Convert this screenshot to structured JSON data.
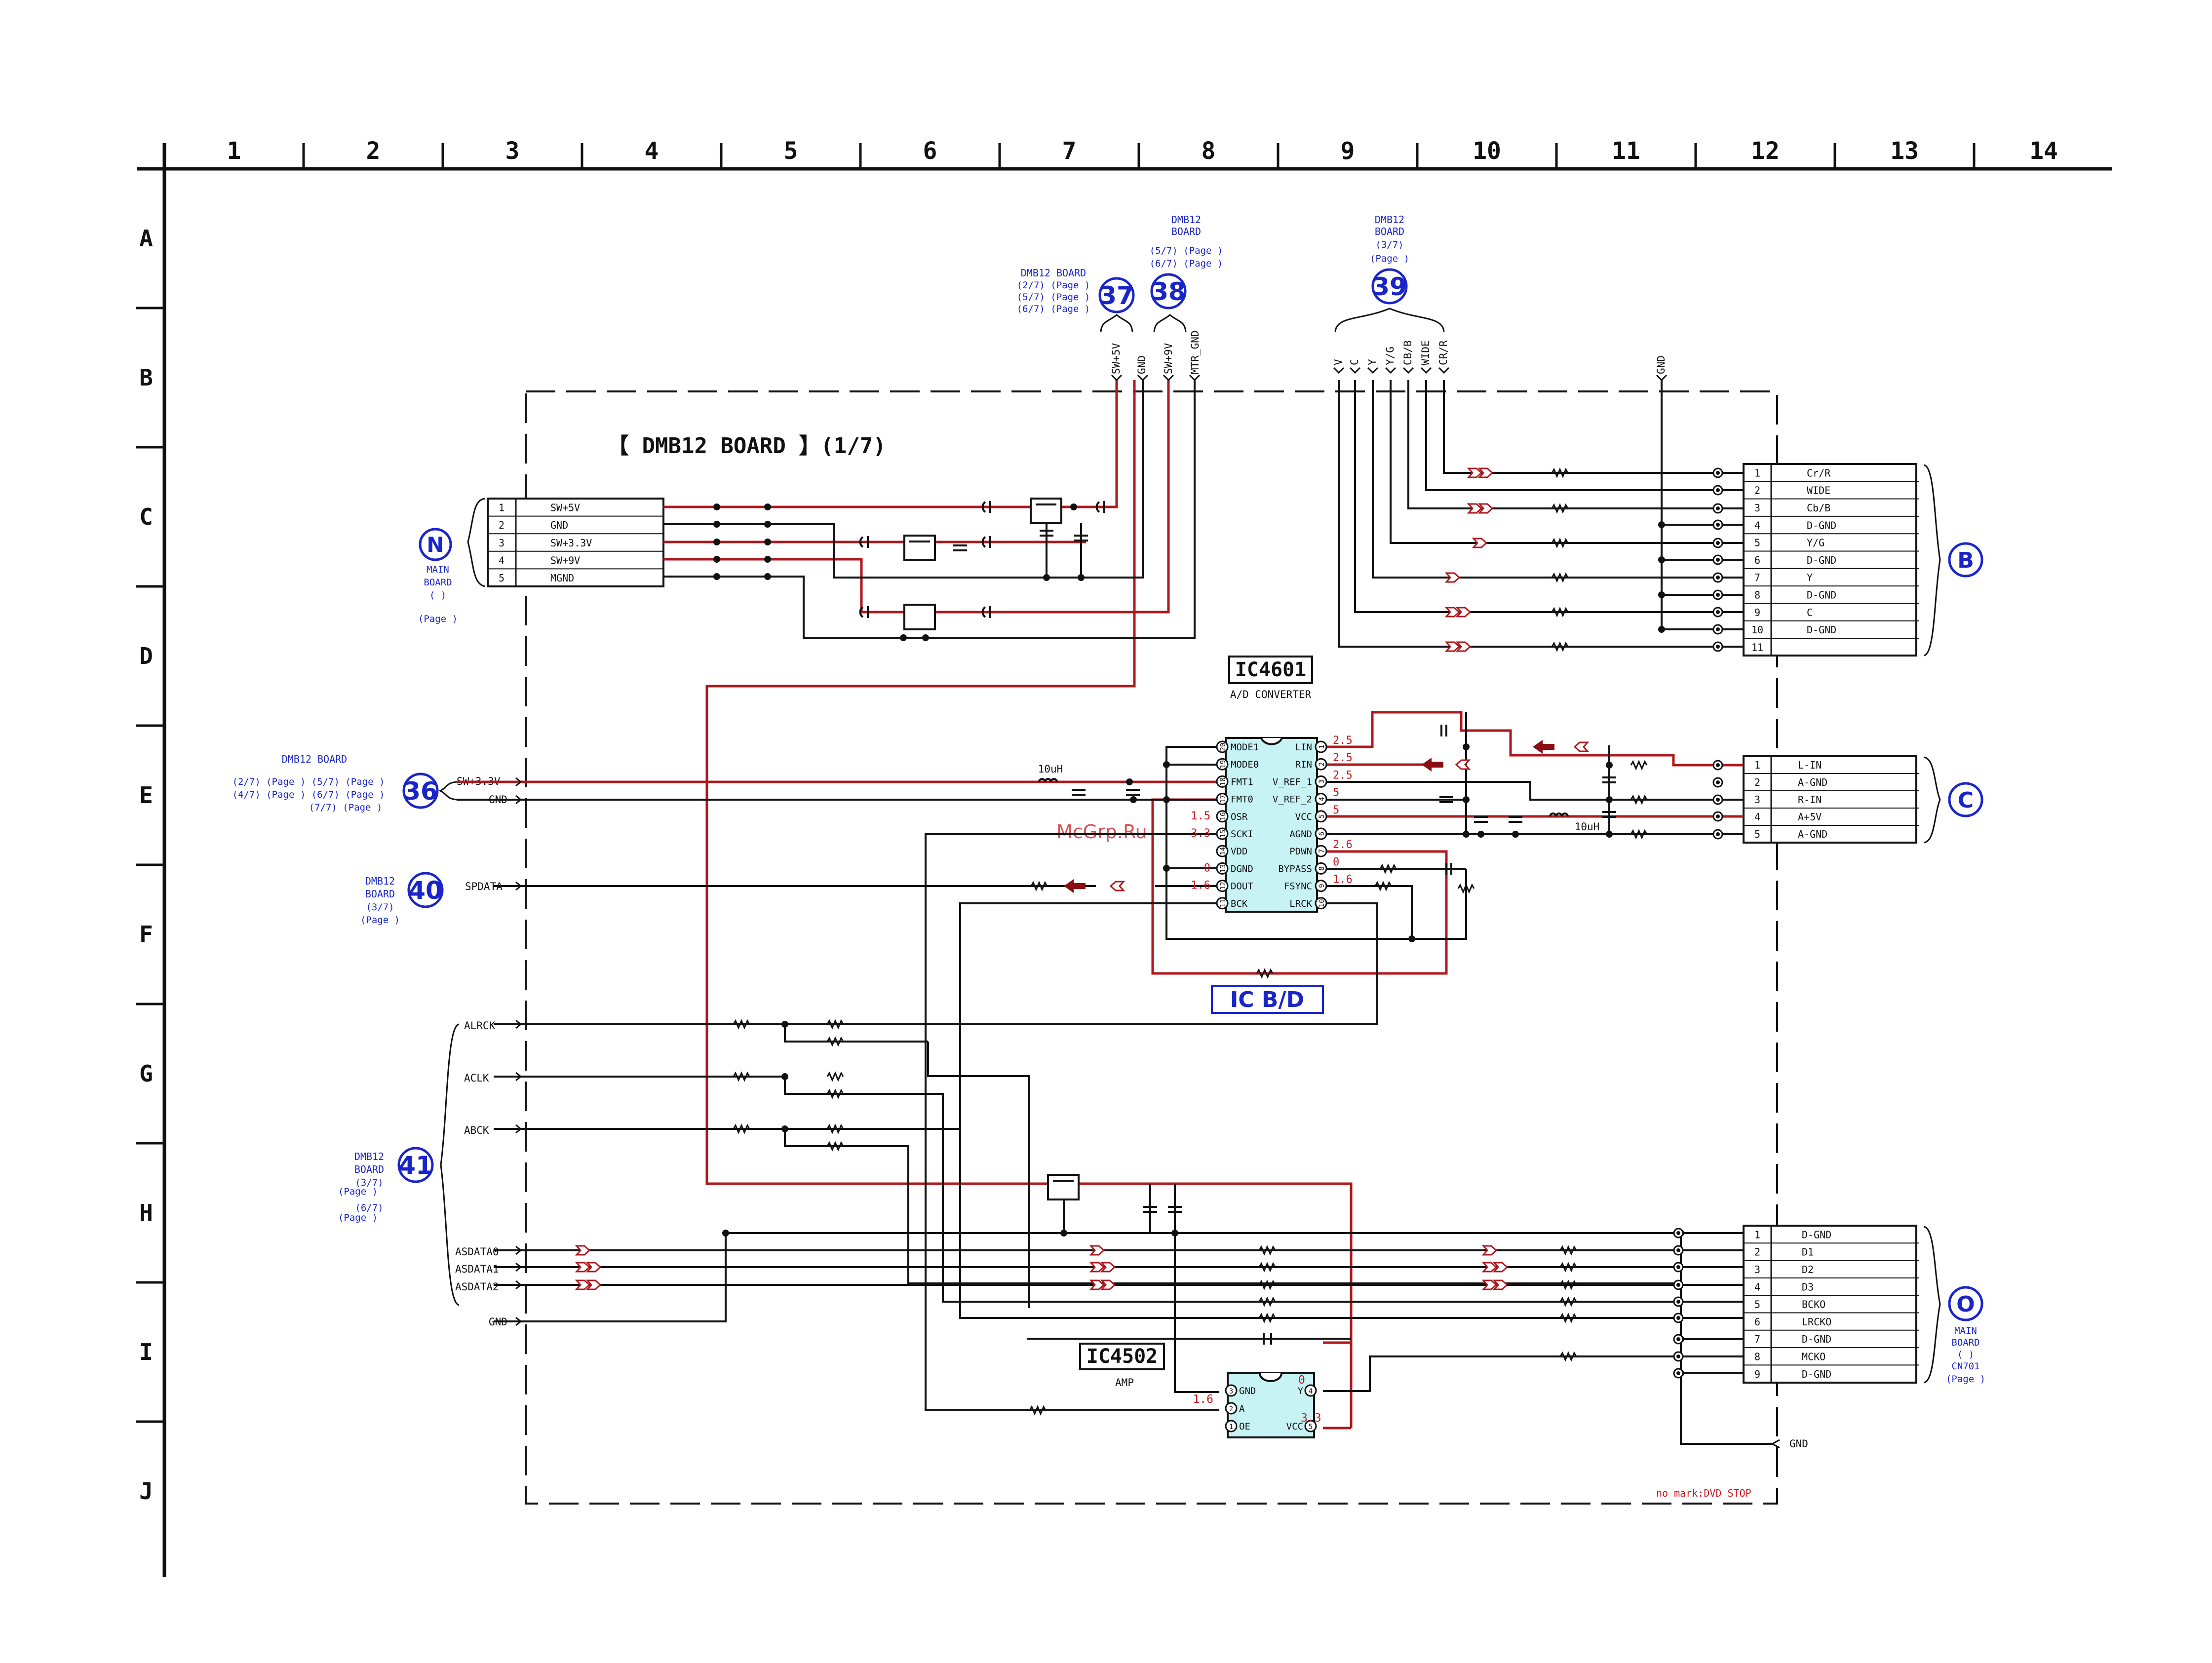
{
  "grid": {
    "columns": [
      "1",
      "2",
      "3",
      "4",
      "5",
      "6",
      "7",
      "8",
      "9",
      "10",
      "11",
      "12",
      "13",
      "14"
    ],
    "rows": [
      "A",
      "B",
      "C",
      "D",
      "E",
      "F",
      "G",
      "H",
      "I",
      "J"
    ]
  },
  "board_title": "【 DMB12  BOARD 】(1/7)",
  "footer_note": "no mark:DVD STOP",
  "watermark": "McGrp.Ru",
  "colors": {
    "power": "#b0171c",
    "signal": "#111111",
    "callout": "#1a25c9",
    "ic_fill": "#c7f3f5",
    "voltage": "#d0141c"
  },
  "connectors": {
    "N": {
      "letter": "N",
      "label_lines": [
        "MAIN",
        "BOARD",
        "(     )",
        "(Page     )"
      ],
      "pins": [
        {
          "num": "1",
          "name": "SW+5V"
        },
        {
          "num": "2",
          "name": "GND"
        },
        {
          "num": "3",
          "name": "SW+3.3V"
        },
        {
          "num": "4",
          "name": "SW+9V"
        },
        {
          "num": "5",
          "name": "MGND"
        }
      ]
    },
    "B": {
      "letter": "B",
      "pins": [
        {
          "num": "1",
          "name": "Cr/R"
        },
        {
          "num": "2",
          "name": "WIDE"
        },
        {
          "num": "3",
          "name": "Cb/B"
        },
        {
          "num": "4",
          "name": "D-GND"
        },
        {
          "num": "5",
          "name": "Y/G"
        },
        {
          "num": "6",
          "name": "D-GND"
        },
        {
          "num": "7",
          "name": "Y"
        },
        {
          "num": "8",
          "name": "D-GND"
        },
        {
          "num": "9",
          "name": "C"
        },
        {
          "num": "10",
          "name": "D-GND"
        },
        {
          "num": "11",
          "name": ""
        }
      ]
    },
    "C": {
      "letter": "C",
      "pins": [
        {
          "num": "1",
          "name": "L-IN"
        },
        {
          "num": "2",
          "name": "A-GND"
        },
        {
          "num": "3",
          "name": "R-IN"
        },
        {
          "num": "4",
          "name": "A+5V"
        },
        {
          "num": "5",
          "name": "A-GND"
        }
      ]
    },
    "O": {
      "letter": "O",
      "label_lines": [
        "MAIN",
        "BOARD",
        "(     )",
        "CN701",
        "(Page     )"
      ],
      "pins": [
        {
          "num": "1",
          "name": "D-GND"
        },
        {
          "num": "2",
          "name": "D1"
        },
        {
          "num": "3",
          "name": "D2"
        },
        {
          "num": "4",
          "name": "D3"
        },
        {
          "num": "5",
          "name": "BCKO"
        },
        {
          "num": "6",
          "name": "LRCKO"
        },
        {
          "num": "7",
          "name": "D-GND"
        },
        {
          "num": "8",
          "name": "MCKO"
        },
        {
          "num": "9",
          "name": "D-GND"
        }
      ]
    }
  },
  "refs": {
    "r37": {
      "num": "37",
      "label_lines": [
        "DMB12 BOARD",
        "(2/7) (Page     )",
        "(5/7) (Page     )",
        "(6/7) (Page     )"
      ]
    },
    "r38": {
      "num": "38",
      "label_lines": [
        "DMB12",
        "BOARD",
        "(5/7) (Page     )",
        "(6/7) (Page     )"
      ]
    },
    "r39": {
      "num": "39",
      "label_lines": [
        "DMB12",
        "BOARD",
        "(3/7)",
        "(Page     )"
      ]
    },
    "r36": {
      "num": "36",
      "label_lines": [
        "DMB12 BOARD",
        "(2/7) (Page     ) (5/7) (Page     )",
        "(4/7) (Page     ) (6/7) (Page     )",
        "(7/7) (Page     )"
      ]
    },
    "r40": {
      "num": "40",
      "label_lines": [
        "DMB12",
        "BOARD",
        "(3/7)",
        "(Page     )"
      ]
    },
    "r41": {
      "num": "41",
      "label_lines": [
        "DMB12",
        "BOARD",
        "(3/7)",
        "(Page     )",
        "(6/7)",
        "(Page     )"
      ]
    }
  },
  "top_nets": {
    "r37": [
      "SW+5V",
      "GND"
    ],
    "r38": [
      "SW+9V",
      "MTR_GND"
    ],
    "r39": [
      "V",
      "C",
      "Y",
      "Y/G",
      "CB/B",
      "WIDE",
      "CR/R"
    ],
    "gnd": "GND"
  },
  "left_nets": {
    "sw33": "SW+3.3V",
    "gnd_e": "GND",
    "spdata": "SPDATA",
    "alrck": "ALRCK",
    "aclk": "ACLK",
    "abck": "ABCK",
    "asdata0": "ASDATA0",
    "asdata1": "ASDATA1",
    "asdata2": "ASDATA2",
    "gnd_i": "GND",
    "gnd_j": "GND"
  },
  "ic4601": {
    "ref": "IC4601",
    "desc": "A/D CONVERTER",
    "left_pins": [
      {
        "num": "20",
        "name": "MODE1"
      },
      {
        "num": "19",
        "name": "MODE0"
      },
      {
        "num": "18",
        "name": "FMT1"
      },
      {
        "num": "17",
        "name": "FMT0"
      },
      {
        "num": "16",
        "name": "OSR"
      },
      {
        "num": "15",
        "name": "SCKI"
      },
      {
        "num": "14",
        "name": "VDD"
      },
      {
        "num": "13",
        "name": "DGND"
      },
      {
        "num": "12",
        "name": "DOUT"
      },
      {
        "num": "11",
        "name": "BCK"
      }
    ],
    "right_pins": [
      {
        "num": "1",
        "name": "LIN"
      },
      {
        "num": "2",
        "name": "RIN"
      },
      {
        "num": "3",
        "name": "V_REF_1"
      },
      {
        "num": "4",
        "name": "V_REF_2"
      },
      {
        "num": "5",
        "name": "VCC"
      },
      {
        "num": "6",
        "name": "AGND"
      },
      {
        "num": "7",
        "name": "PDWN"
      },
      {
        "num": "8",
        "name": "BYPASS"
      },
      {
        "num": "9",
        "name": "FSYNC"
      },
      {
        "num": "10",
        "name": "LRCK"
      }
    ],
    "left_voltages": [
      "",
      "",
      "",
      "",
      "1.5",
      "3.3",
      "",
      "0",
      "1.6",
      ""
    ],
    "right_voltages": [
      "2.5",
      "2.5",
      "2.5",
      "5",
      "5",
      "",
      "2.6",
      "0",
      "1.6",
      ""
    ]
  },
  "ic4502": {
    "ref": "IC4502",
    "desc": "AMP",
    "left_pins": [
      {
        "num": "3",
        "name": "GND"
      },
      {
        "num": "2",
        "name": "A"
      },
      {
        "num": "1",
        "name": "OE"
      }
    ],
    "right_pins": [
      {
        "num": "4",
        "name": "Y"
      },
      {
        "num": "5",
        "name": "VCC"
      }
    ],
    "voltages": [
      "1.6",
      "0",
      "3.3"
    ]
  },
  "ic_bd": "IC B/D",
  "inductors": [
    "10uH",
    "10uH"
  ]
}
